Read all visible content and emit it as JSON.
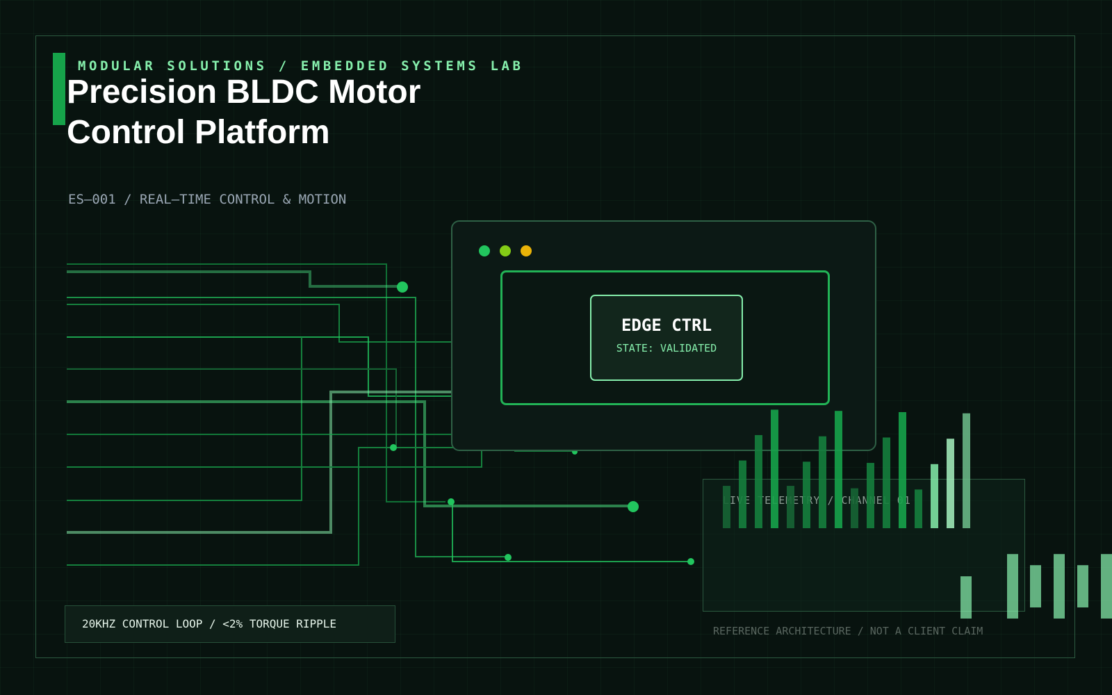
{
  "header": {
    "eyebrow": "MODULAR SOLUTIONS / EMBEDDED SYSTEMS LAB",
    "title_line1": "Precision BLDC Motor",
    "title_line2": "Control Platform",
    "subtitle": "ES–001 / REAL–TIME CONTROL & MOTION"
  },
  "controller": {
    "window_dots": [
      "#22c55e",
      "#84cc16",
      "#eab308"
    ],
    "title": "EDGE CTRL",
    "state": "STATE: VALIDATED"
  },
  "telemetry": {
    "label": "LIVE TELEMETRY / CHANNEL 01",
    "levels": [
      0.35,
      0.56,
      0.77,
      0.98,
      0.35,
      0.55,
      0.76,
      0.97,
      0.33,
      0.54,
      0.75,
      0.96,
      0.32,
      0.53,
      0.74,
      0.95
    ],
    "trailing_levels": [
      0.38,
      0.58,
      0.38,
      0.58,
      0.38,
      0.58
    ]
  },
  "spec": "20KHZ CONTROL LOOP / <2% TORQUE RIPPLE",
  "disclaimer": "REFERENCE ARCHITECTURE / NOT A CLIENT CLAIM",
  "colors": {
    "accent": "#16a34a",
    "accent_light": "#86efac",
    "trace_dark": "#15803d",
    "trace_mid": "#22c55e",
    "trace_light": "#4ade80"
  }
}
